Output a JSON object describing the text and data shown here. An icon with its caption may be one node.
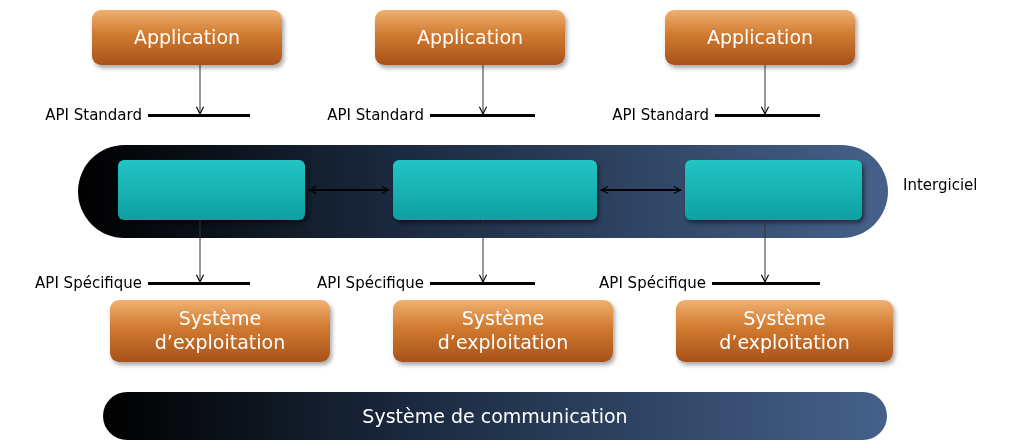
{
  "diagram": {
    "nodes": [
      {
        "text": [
          "Application"
        ]
      },
      {
        "text": [
          "Application"
        ]
      },
      {
        "text": [
          "Application"
        ]
      },
      {
        "text": [],
        "shape": "bar",
        "beside": [
          "API Standard"
        ]
      },
      {
        "text": [],
        "shape": "bar",
        "beside": [
          "API Standard"
        ]
      },
      {
        "text": [],
        "shape": "bar",
        "beside": [
          "API Standard"
        ]
      },
      {
        "text": [],
        "shape": "band",
        "beside": [
          "Intergiciel"
        ]
      },
      {
        "text": [],
        "shape": "box",
        "in": 6
      },
      {
        "text": [],
        "shape": "box",
        "in": 6
      },
      {
        "text": [],
        "shape": "box",
        "in": 6
      },
      {
        "text": [],
        "shape": "bar",
        "beside": [
          "API Spécifique"
        ]
      },
      {
        "text": [],
        "shape": "bar",
        "beside": [
          "API Spécifique"
        ]
      },
      {
        "text": [],
        "shape": "bar",
        "beside": [
          "API Spécifique"
        ]
      },
      {
        "text": [
          "Système d’exploitation"
        ]
      },
      {
        "text": [
          "Système d’exploitation"
        ]
      },
      {
        "text": [
          "Système d’exploitation"
        ]
      },
      {
        "text": [
          "Système de communication"
        ]
      }
    ],
    "edges": [
      {
        "from": 0,
        "to": 3,
        "arrow": "to"
      },
      {
        "from": 1,
        "to": 4,
        "arrow": "to"
      },
      {
        "from": 2,
        "to": 5,
        "arrow": "to"
      },
      {
        "from": 7,
        "to": 8,
        "arrow": "both"
      },
      {
        "from": 8,
        "to": 9,
        "arrow": "both"
      },
      {
        "from": 7,
        "to": 10,
        "arrow": "to"
      },
      {
        "from": 8,
        "to": 11,
        "arrow": "to"
      },
      {
        "from": 9,
        "to": 12,
        "arrow": "to"
      }
    ]
  }
}
